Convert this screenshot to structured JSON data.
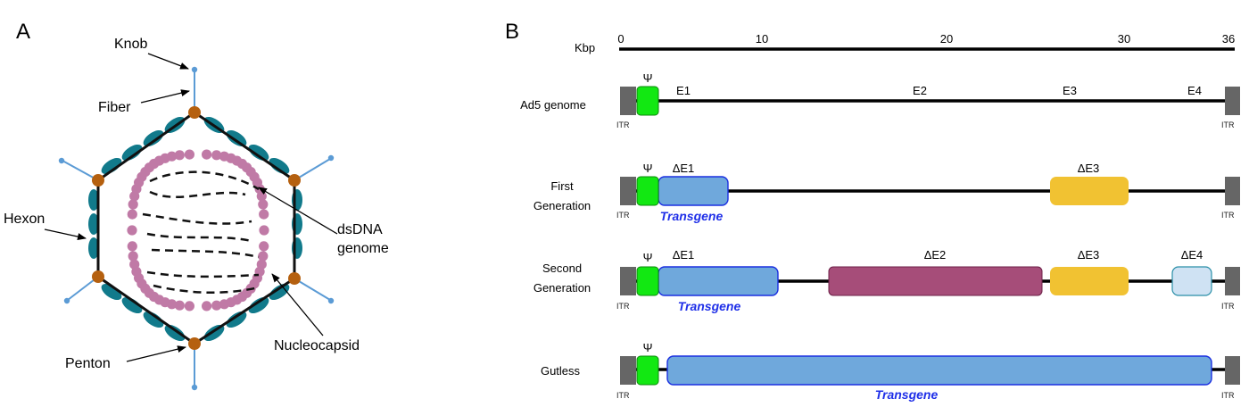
{
  "panel_a": {
    "letter": "A",
    "labels": {
      "knob": "Knob",
      "fiber": "Fiber",
      "hexon": "Hexon",
      "penton": "Penton",
      "dsdna_line1": "dsDNA",
      "dsdna_line2": "genome",
      "nucleocapsid": "Nucleocapsid"
    }
  },
  "panel_b": {
    "letter": "B",
    "scale": {
      "unit": "Kbp",
      "ticks": [
        "0",
        "10",
        "20",
        "30",
        "36"
      ]
    },
    "psi": "Ψ",
    "itr": "ITR",
    "rows": [
      {
        "label_lines": [
          "Ad5 genome"
        ],
        "genes": [
          "E1",
          "E2",
          "E3",
          "E4"
        ]
      },
      {
        "label_lines": [
          "First",
          "Generation"
        ],
        "genes": [
          "ΔE1",
          "ΔE3"
        ],
        "transgene": "Transgene"
      },
      {
        "label_lines": [
          "Second",
          "Generation"
        ],
        "genes": [
          "ΔE1",
          "ΔE2",
          "ΔE3",
          "ΔE4"
        ],
        "transgene": "Transgene"
      },
      {
        "label_lines": [
          "Gutless"
        ],
        "genes": [],
        "transgene": "Transgene"
      }
    ]
  },
  "colors": {
    "capsid_teal": "#117a8b",
    "penton_brown": "#b5600f",
    "fiber_blue": "#5b9bd5",
    "nucleocapsid_pink": "#c07aa6",
    "psi_green": "#12e812",
    "itr_gray": "#666666",
    "transgene_blue": "#6fa8dc",
    "e2_purple": "#a64d79",
    "e3_yellow": "#f1c232",
    "e4_lightblue": "#cfe2f3",
    "transgene_text": "#1f2fe8"
  }
}
